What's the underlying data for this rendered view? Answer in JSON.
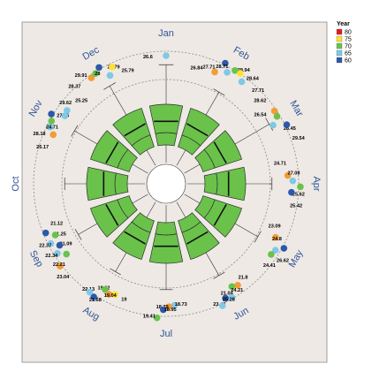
{
  "chart_data": {
    "type": "polar-boxplot",
    "legend": {
      "title": "Year",
      "position": "top-right",
      "entries": [
        {
          "label": "80",
          "color": "#e41a1c"
        },
        {
          "label": "75",
          "color": "#ffe135"
        },
        {
          "label": "70",
          "color": "#6ac24a"
        },
        {
          "label": "65",
          "color": "#7fc8e6"
        },
        {
          "label": "60",
          "color": "#2c58a8"
        }
      ]
    },
    "colors": {
      "background": "#eee9e5",
      "box_fill": "#6ac24a",
      "box_stroke": "#2d2d2d",
      "month_text": "#2f5597",
      "orange_point": "#f39b35"
    },
    "months": [
      {
        "label": "Jan",
        "points": [
          {
            "value": 26.6,
            "color": "#7fc8e6"
          }
        ]
      },
      {
        "label": "Feb",
        "points": [
          {
            "value": 26.84,
            "color": "#f39b35"
          },
          {
            "value": 28.94,
            "color": "#2c58a8"
          },
          {
            "value": 27.71,
            "color": "#7fc8e6"
          },
          {
            "value": 28.64,
            "color": "#6ac24a"
          },
          {
            "value": 28.71,
            "color": "#ffe135"
          },
          {
            "value": 27.71,
            "color": "#7fc8e6"
          }
        ]
      },
      {
        "label": "Mar",
        "points": [
          {
            "value": 28.62,
            "color": "#f39b35"
          },
          {
            "value": 28.45,
            "color": "#6ac24a"
          },
          {
            "value": 26.54,
            "color": "#7fc8e6"
          },
          {
            "value": 29.54,
            "color": "#2c58a8"
          }
        ]
      },
      {
        "label": "Apr",
        "points": [
          {
            "value": 24.71,
            "color": "#f39b35"
          },
          {
            "value": 25.62,
            "color": "#7fc8e6"
          },
          {
            "value": 27.08,
            "color": "#6ac24a"
          },
          {
            "value": 25.42,
            "color": "#2c58a8"
          }
        ]
      },
      {
        "label": "May",
        "points": [
          {
            "value": 23.09,
            "color": "#f39b35"
          },
          {
            "value": 26.62,
            "color": "#2c58a8"
          },
          {
            "value": 24.8,
            "color": "#7fc8e6"
          },
          {
            "value": 24.41,
            "color": "#6ac24a"
          }
        ]
      },
      {
        "label": "Jun",
        "points": [
          {
            "value": 21.8,
            "color": "#f39b35"
          },
          {
            "value": 21.04,
            "color": "#6ac24a"
          },
          {
            "value": 24.21,
            "color": "#7fc8e6"
          },
          {
            "value": 23.42,
            "color": "#2c58a8"
          },
          {
            "value": 25.28,
            "color": "#7fc8e6"
          }
        ]
      },
      {
        "label": "Jul",
        "points": [
          {
            "value": 18.73,
            "color": "#7fc8e6"
          },
          {
            "value": 18.79,
            "color": "#f39b35"
          },
          {
            "value": 18.95,
            "color": "#2c58a8"
          },
          {
            "value": 19.41,
            "color": "#6ac24a"
          }
        ]
      },
      {
        "label": "Aug",
        "points": [
          {
            "value": 19,
            "color": "#ffe135"
          },
          {
            "value": 19.62,
            "color": "#f39b35"
          },
          {
            "value": 19.04,
            "color": "#6ac24a"
          },
          {
            "value": 22.13,
            "color": "#2c58a8"
          },
          {
            "value": 21.68,
            "color": "#7fc8e6"
          }
        ]
      },
      {
        "label": "Sep",
        "points": [
          {
            "value": 23.04,
            "color": "#f39b35"
          },
          {
            "value": 21.09,
            "color": "#6ac24a"
          },
          {
            "value": 22.21,
            "color": "#7fc8e6"
          },
          {
            "value": 21.25,
            "color": "#2c58a8"
          },
          {
            "value": 22.34,
            "color": "#7fc8e6"
          },
          {
            "value": 21.12,
            "color": "#6ac24a"
          },
          {
            "value": 22.37,
            "color": "#2c58a8"
          }
        ]
      },
      {
        "label": "Oct",
        "points": []
      },
      {
        "label": "Nov",
        "points": [
          {
            "value": 25.17,
            "color": "#f39b35"
          },
          {
            "value": 27.56,
            "color": "#7fc8e6"
          },
          {
            "value": 28.18,
            "color": "#6ac24a"
          },
          {
            "value": 29.62,
            "color": "#2c58a8"
          },
          {
            "value": 24.71,
            "color": "#7fc8e6"
          },
          {
            "value": 25.25,
            "color": "#7fc8e6"
          }
        ]
      },
      {
        "label": "Dec",
        "points": [
          {
            "value": 28.37,
            "color": "#f39b35"
          },
          {
            "value": 28.79,
            "color": "#6ac24a"
          },
          {
            "value": 29.91,
            "color": "#2c58a8"
          },
          {
            "value": 25.79,
            "color": "#7fc8e6"
          },
          {
            "value": 28,
            "color": "#ffe135"
          }
        ]
      }
    ]
  }
}
